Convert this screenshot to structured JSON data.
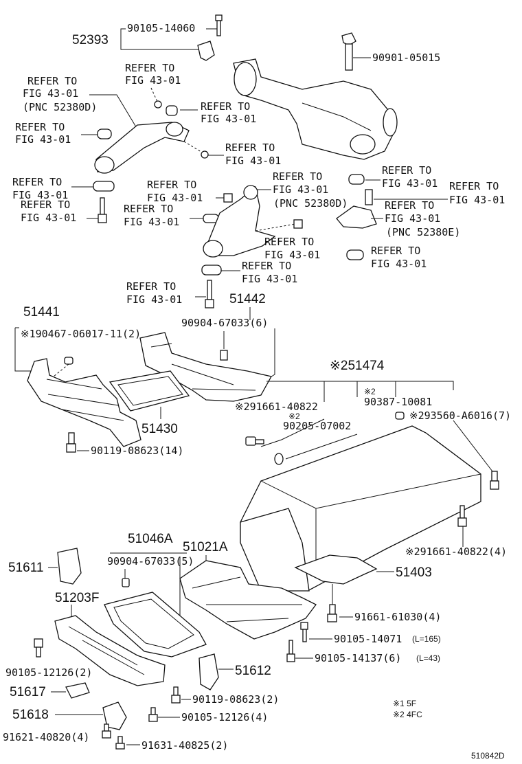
{
  "labels": {
    "p52393": "52393",
    "p90105_14060": "90105-14060",
    "p90901_05015": "90901-05015",
    "refer": "REFER TO",
    "fig": "FIG 43-01",
    "pnc_d": "(PNC 52380D)",
    "pnc_d2": "(PNC 52380D)",
    "pnc_e": "(PNC 52380E)",
    "p51441": "51441",
    "p51442": "51442",
    "p90467": "※190467-06017-11(2)",
    "p90904_a": "90904-67033(6)",
    "p51430": "51430",
    "p90119_a": "90119-08623(14)",
    "p51474": "※251474",
    "p91661_a": "※291661-40822",
    "p90387": "90387-10081",
    "p90387_mark": "※2",
    "p93560": "※293560-A6016(7)",
    "p90205": "90205-07002",
    "p90205_mark": "※2",
    "p91661_b": "※291661-40822(4)",
    "p51046A": "51046A",
    "p51021A": "51021A",
    "p90904_b": "90904-67033(5)",
    "p51611": "51611",
    "p51203F": "51203F",
    "p51403": "51403",
    "p91661_61030": "91661-61030(4)",
    "p90105_14071": "90105-14071",
    "p90105_14071_note": "(L=165)",
    "p90105_14137": "90105-14137(6)",
    "p90105_14137_note": "(L=43)",
    "p51612": "51612",
    "p90105_12126_a": "90105-12126(2)",
    "p51617": "51617",
    "p90119_b": "90119-08623(2)",
    "p51618": "51618",
    "p90105_12126_b": "90105-12126(4)",
    "p91621": "91621-40820(4)",
    "p91631": "91631-40825(2)",
    "note1": "※1 5F",
    "note2": "※2 4FC",
    "diagram_id": "510842D"
  }
}
